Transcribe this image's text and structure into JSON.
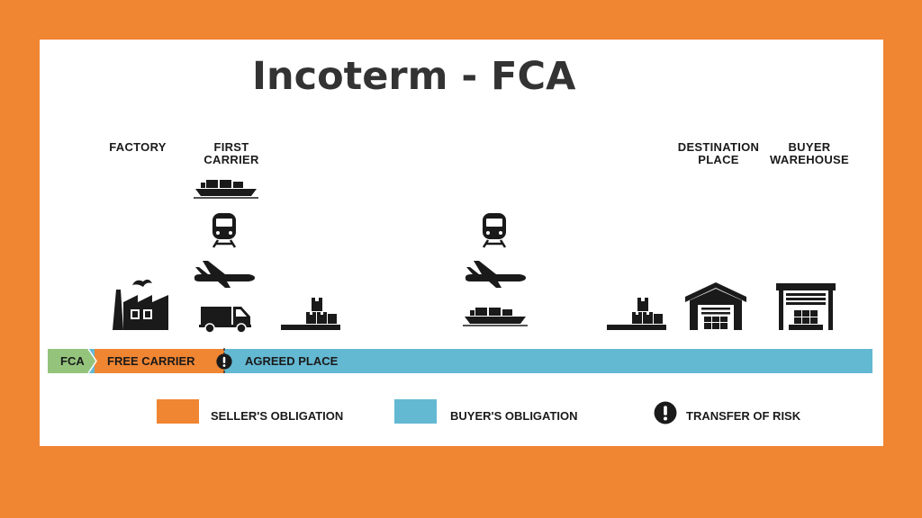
{
  "title": "Incoterm - FCA",
  "locations": {
    "factory": "FACTORY",
    "first_carrier": "FIRST\nCARRIER",
    "destination_place": "DESTINATION\nPLACE",
    "buyer_warehouse": "BUYER\nWAREHOUSE"
  },
  "bar": {
    "code": "FCA",
    "seller_segment": "FREE CARRIER",
    "buyer_segment": "AGREED PLACE"
  },
  "legend": {
    "seller": "SELLER'S OBLIGATION",
    "buyer": "BUYER'S OBLIGATION",
    "risk": "TRANSFER OF RISK"
  },
  "icons": [
    "factory-icon",
    "ship-icon",
    "train-icon",
    "airplane-icon",
    "truck-icon",
    "pallet-icon",
    "warehouse-icon",
    "alert-icon"
  ],
  "colors": {
    "frame": "#F08532",
    "seller": "#F08532",
    "buyer": "#63B8D2",
    "code_tab": "#94C47C",
    "title": "#333333",
    "icon": "#1A1A1A"
  }
}
